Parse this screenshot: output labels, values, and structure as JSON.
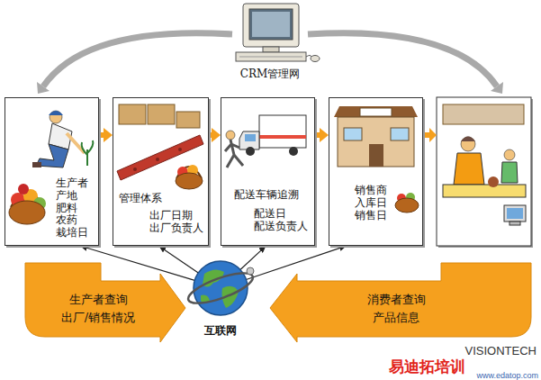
{
  "diagram": {
    "nodes": [
      {
        "text": [
          "生产者 产地 肥料 农药 栽培日"
        ]
      },
      {
        "text": [
          "管理体系",
          "出厂日期 出厂负责人"
        ]
      },
      {
        "text": [
          "配送车辆追溯",
          "配送日 配送负责人"
        ]
      },
      {
        "text": [
          "销售商 入库日 销售日"
        ]
      },
      {
        "text": [
          "互联网"
        ]
      },
      {
        "text": [
          "生产者查询",
          "出厂/销售情况"
        ]
      },
      {
        "text": [
          "消费者查询",
          "产品信息"
        ]
      }
    ],
    "edges": [
      {
        "from": 0,
        "to": 1,
        "arrow": "to"
      },
      {
        "from": 1,
        "to": 2,
        "arrow": "to"
      },
      {
        "from": 2,
        "to": 3,
        "arrow": "to"
      },
      {
        "from": 4,
        "to": 0,
        "arrow": "to"
      },
      {
        "from": 4,
        "to": 1,
        "arrow": "to"
      },
      {
        "from": 4,
        "to": 2,
        "arrow": "to"
      },
      {
        "from": 4,
        "to": 3,
        "arrow": "to"
      }
    ],
    "labels": [
      "CRM管理网",
      "VISIONTECH",
      "易迪拓培训",
      "www.edatop.com"
    ]
  }
}
